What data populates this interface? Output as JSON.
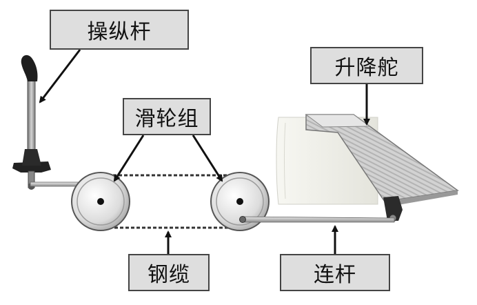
{
  "labels": {
    "control_stick": "操纵杆",
    "pulley_group": "滑轮组",
    "elevator": "升降舵",
    "cable": "钢缆",
    "linkage_rod": "连杆"
  },
  "colors": {
    "label_fill": "#dedede",
    "label_border": "#444444",
    "arrow": "#111111",
    "stick": "#8a8a8a",
    "handle": "#1e1e1e",
    "pulley": "#d9d9d9",
    "cable": "#333333",
    "rod": "#b8b8b8",
    "elevator_surface": "#cfcfcf",
    "stabilizer": "#f1f1ea"
  }
}
